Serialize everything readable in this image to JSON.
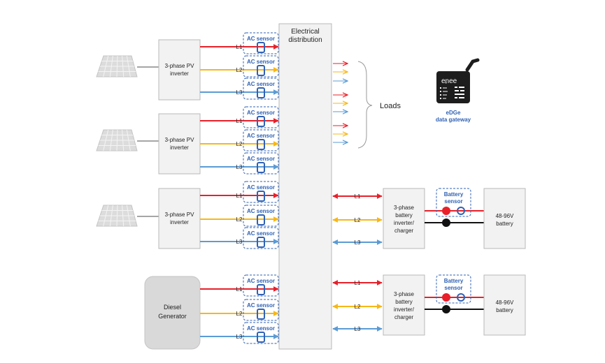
{
  "colors": {
    "l1": "#e8202a",
    "l2": "#f7b718",
    "l3": "#5b9bd5",
    "sensor": "#2f62b4",
    "box_fill": "#f2f2f2",
    "box_stroke": "#b8b8b8"
  },
  "distribution": {
    "title_line1": "Electrical",
    "title_line2": "distribution"
  },
  "ac_sensor_label": "AC sensor",
  "phase_labels": [
    "L1",
    "L2",
    "L3"
  ],
  "pv_inverters": [
    {
      "line1": "3-phase PV",
      "line2": "inverter",
      "icon": "solar-panel-icon"
    },
    {
      "line1": "3-phase PV",
      "line2": "inverter",
      "icon": "solar-panel-icon"
    },
    {
      "line1": "3-phase PV",
      "line2": "inverter",
      "icon": "solar-panel-icon"
    }
  ],
  "generator": {
    "line1": "Diesel",
    "line2": "Generator"
  },
  "loads_label": "Loads",
  "gateway": {
    "brand": "enee",
    "caption_line1": "eDGe",
    "caption_line2": "data gateway",
    "icon": "gateway-device-icon"
  },
  "battery_systems": [
    {
      "inverter": [
        "3-phase",
        "battery",
        "inverter/",
        "charger"
      ],
      "sensor": [
        "Battery",
        "sensor"
      ],
      "battery": [
        "48-96V",
        "battery"
      ]
    },
    {
      "inverter": [
        "3-phase",
        "battery",
        "inverter/",
        "charger"
      ],
      "sensor": [
        "Battery",
        "sensor"
      ],
      "battery": [
        "48-96V",
        "battery"
      ]
    }
  ]
}
